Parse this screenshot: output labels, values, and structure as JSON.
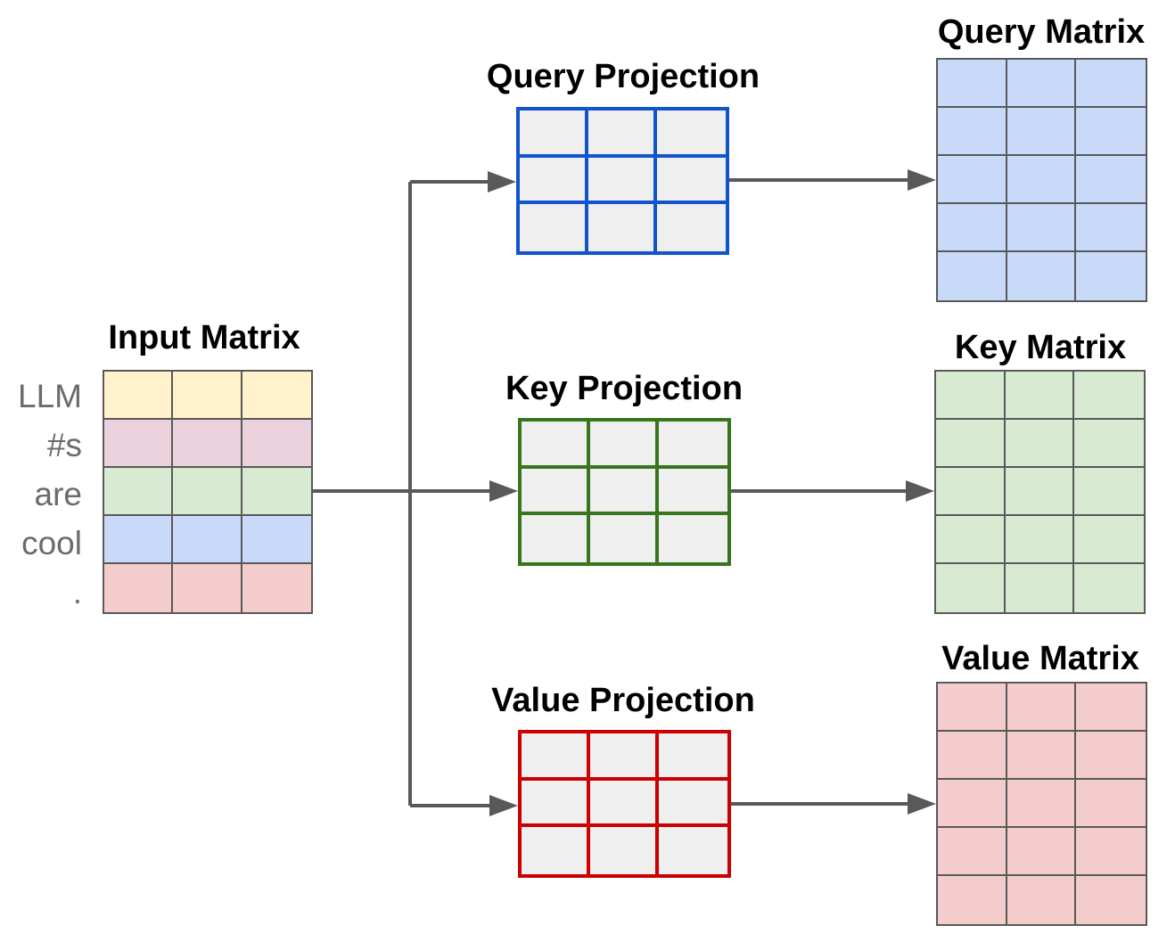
{
  "input": {
    "title": "Input Matrix",
    "tokens": [
      "LLM",
      "#s",
      "are",
      "cool",
      "."
    ],
    "row_colors": [
      "#fff2cc",
      "#ead1dc",
      "#d9ead3",
      "#c9daf8",
      "#f4cccc"
    ]
  },
  "projections": {
    "query": {
      "title": "Query Projection",
      "border_color": "#1155cc",
      "fill": "#efefef"
    },
    "key": {
      "title": "Key Projection",
      "border_color": "#38761d",
      "fill": "#efefef"
    },
    "value": {
      "title": "Value Projection",
      "border_color": "#cc0000",
      "fill": "#efefef"
    }
  },
  "outputs": {
    "query": {
      "title": "Query Matrix",
      "fill": "#c9daf8"
    },
    "key": {
      "title": "Key Matrix",
      "fill": "#d9ead3"
    },
    "value": {
      "title": "Value Matrix",
      "fill": "#f4cccc"
    }
  },
  "colors": {
    "arrow": "#595959",
    "grid_line": "#595959"
  }
}
